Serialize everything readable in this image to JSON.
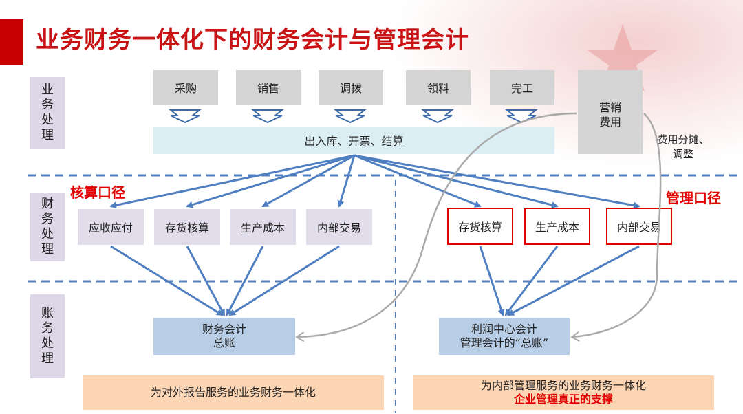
{
  "title": "业务财务一体化下的财务会计与管理会计",
  "lanes": {
    "business": [
      "业",
      "务",
      "处",
      "理"
    ],
    "finance": [
      "财",
      "务",
      "处",
      "理"
    ],
    "ledger": [
      "账",
      "务",
      "处",
      "理"
    ]
  },
  "business_steps": [
    "采购",
    "销售",
    "调拨",
    "领料",
    "完工"
  ],
  "inout_label": "出入库、开票、结算",
  "marketing": [
    "营销",
    "费用"
  ],
  "fee_adjust": [
    "费用分摊、",
    "调整"
  ],
  "accounting_caliber": "核算口径",
  "management_caliber": "管理口径",
  "finance_left": [
    "应收应付",
    "存货核算",
    "生产成本",
    "内部交易"
  ],
  "finance_right": [
    "存货核算",
    "生产成本",
    "内部交易"
  ],
  "ledger_left": [
    "财务会计",
    "总账"
  ],
  "ledger_right": [
    "利润中心会计",
    "管理会计的“总账”"
  ],
  "bottom_left": "为对外报告服务的业务财务一体化",
  "bottom_right": {
    "line1": "为内部管理服务的业务财务一体化",
    "line2": "企业管理真正的支撑"
  },
  "colors": {
    "title_red": "#c81414",
    "arrow_blue": "#4f7fc0",
    "curve_gray": "#aaaaaa",
    "highlight_red": "#e00000"
  }
}
